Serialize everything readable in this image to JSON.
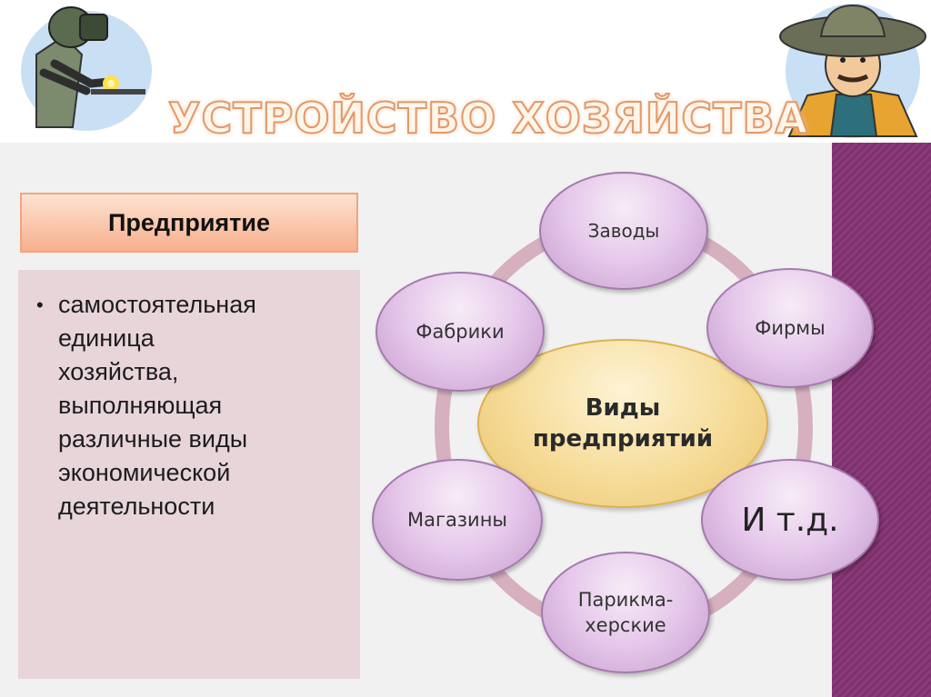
{
  "title": "УСТРОЙСТВО ХОЗЯЙСТВА",
  "term": "Предприятие",
  "definition_lines": [
    "самостоятельная",
    "единица",
    "хозяйства,",
    "выполняющая",
    "различные виды",
    "экономической",
    "деятельности"
  ],
  "diagram": {
    "center_lines": [
      "Виды",
      "предприятий"
    ],
    "nodes": {
      "zavody": "Заводы",
      "firmy": "Фирмы",
      "itd": "И т.д.",
      "parikmaherskie_1": "Парикма-",
      "parikmaherskie_2": "херские",
      "magaziny": "Магазины",
      "fabriki": "Фабрики"
    }
  },
  "icons": {
    "left": "welder-illustration",
    "right": "farmer-illustration"
  },
  "colors": {
    "title_outline": "#e3986a",
    "term_box": "#f7b08c",
    "definition_box": "#e7d5da",
    "node_fill": "#e5c7ea",
    "center_fill": "#f6dc99",
    "ring": "#d4a8b8",
    "side_strip": "#8a3a79"
  }
}
